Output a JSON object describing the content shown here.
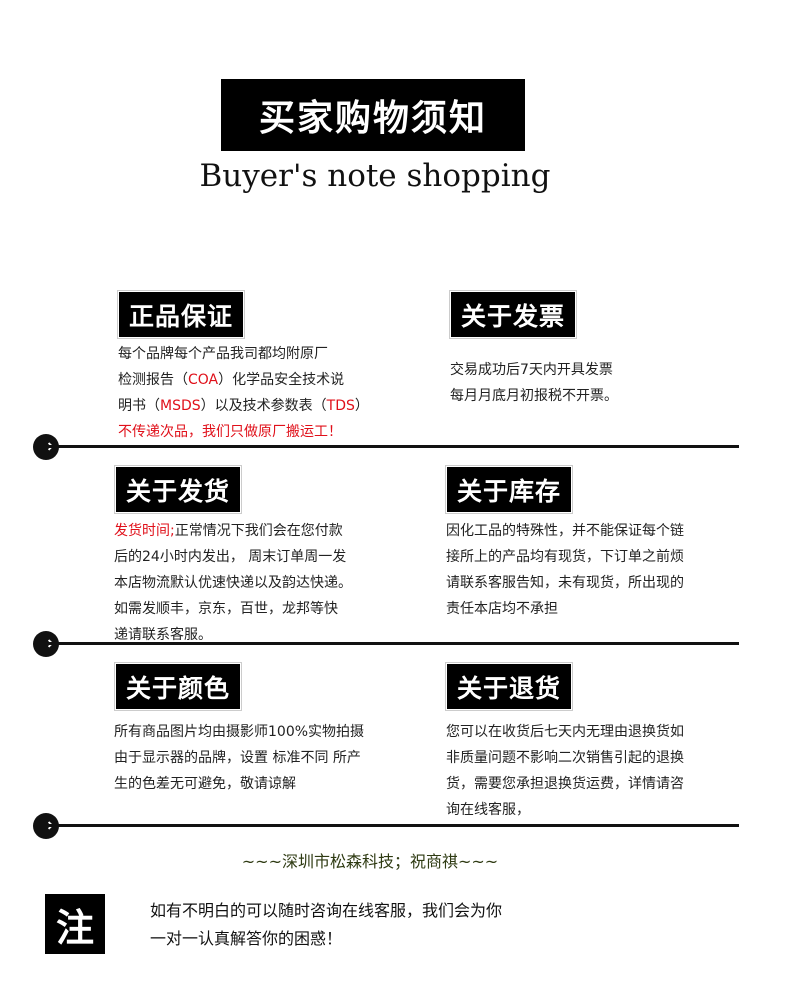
{
  "header": {
    "title": "买家购物须知",
    "subtitle": "Buyer's note shopping"
  },
  "sections": {
    "genuine": {
      "title": "正品保证",
      "lines": [
        "每个品牌每个产品我司都均附原厂",
        "检测报告（",
        "COA",
        "）化学品安全技术说",
        "明书（",
        "MSDS",
        "）以及技术参数表（",
        "TDS",
        "）"
      ],
      "warning": "不传递次品，我们只做原厂搬运工！"
    },
    "invoice": {
      "title": "关于发票",
      "lines": [
        "交易成功后7天内开具发票",
        "每月月底月初报税不开票。"
      ]
    },
    "shipping": {
      "title": "关于发货",
      "highlight": "发货时间;",
      "lines": [
        "正常情况下我们会在您付款",
        "后的24小时内发出， 周末订单周一发",
        "本店物流默认优速快递以及韵达快递。",
        "如需发顺丰，京东，百世，龙邦等快",
        "递请联系客服。"
      ]
    },
    "stock": {
      "title": "关于库存",
      "lines": [
        "因化工品的特殊性，并不能保证每个链",
        "接所上的产品均有现货，下订单之前烦",
        "请联系客服告知，未有现货，所出现的",
        "责任本店均不承担"
      ]
    },
    "color": {
      "title": "关于颜色",
      "lines": [
        "所有商品图片均由摄影师100%实物拍摄",
        "由于显示器的品牌，设置 标准不同 所产",
        "生的色差无可避免，敬请谅解"
      ]
    },
    "returns": {
      "title": "关于退货",
      "lines": [
        "您可以在收货后七天内无理由退换货如",
        "非质量问题不影响二次销售引起的退换",
        "货，需要您承担退换货运费，详情请咨",
        "询在线客服，"
      ]
    }
  },
  "footer": {
    "shop": "~~~深圳市松森科技；祝商祺~~~",
    "note_label": "注",
    "note_lines": [
      "如有不明白的可以随时咨询在线客服，我们会为你",
      "一对一认真解答你的困惑！"
    ]
  },
  "icons": {
    "arrow": "→"
  }
}
